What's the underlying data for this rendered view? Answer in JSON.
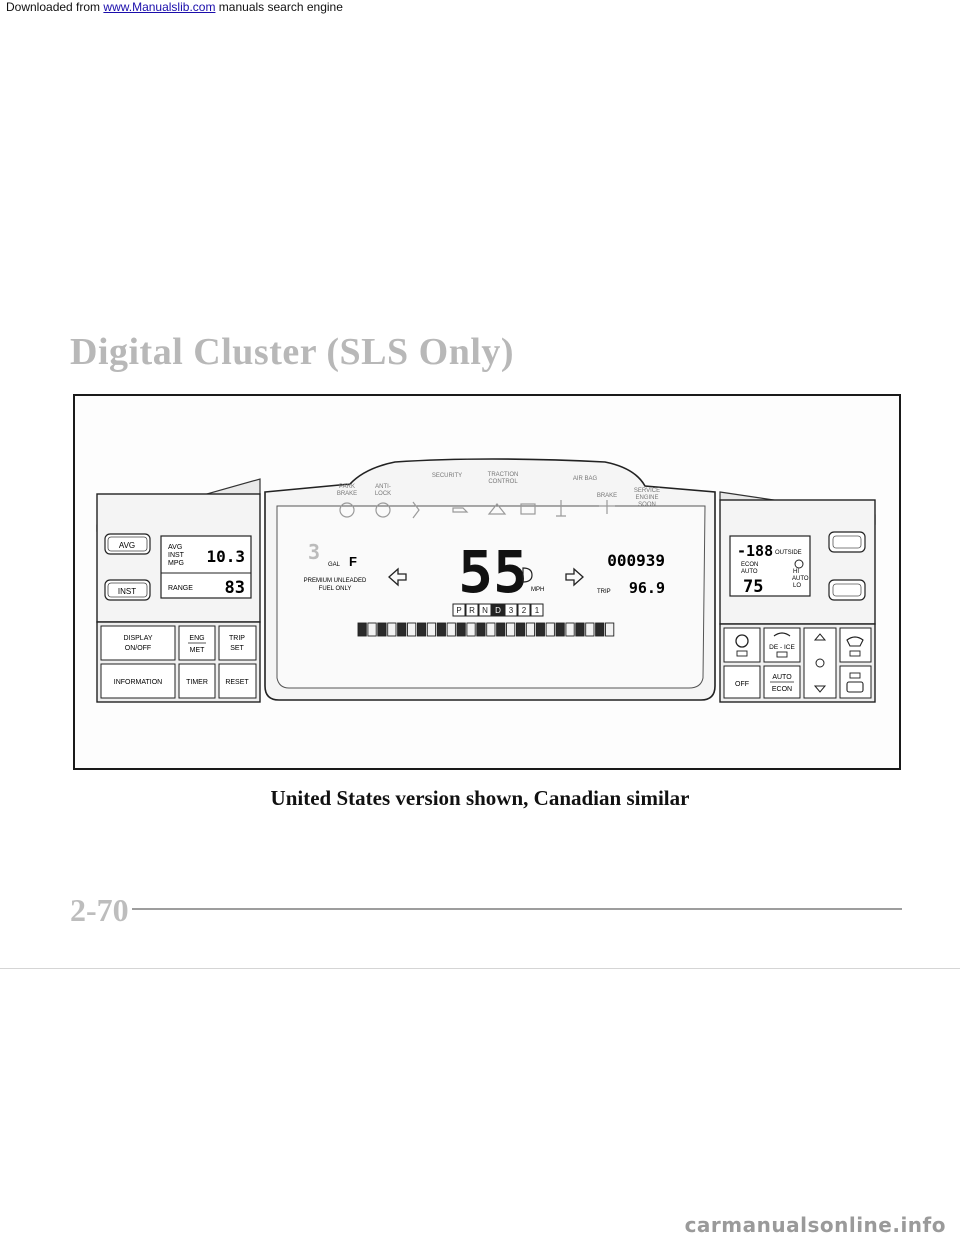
{
  "banner": {
    "prefix": "Downloaded from",
    "link": "www.Manualslib.com",
    "suffix": "manuals search engine",
    "bottom": "carmanualsonline.info"
  },
  "page": {
    "title": "Digital Cluster (SLS Only)",
    "caption": "United States version shown, Canadian similar",
    "number": "2-70"
  },
  "left_module": {
    "buttons": {
      "avg": "AVG",
      "inst": "INST"
    },
    "display": {
      "avg_label": "AVG",
      "inst_label": "INST",
      "mpg_label": "MPG",
      "mpg_value": "10.3",
      "range_label": "RANGE",
      "range_value": "83"
    },
    "row1": {
      "display_onoff_1": "DISPLAY",
      "display_onoff_2": "ON/OFF",
      "eng": "ENG",
      "met": "MET",
      "trip": "TRIP",
      "set": "SET"
    },
    "row2": {
      "information": "INFORMATION",
      "timer": "TIMER",
      "reset": "RESET"
    }
  },
  "center": {
    "indicators_top": {
      "security": "SECURITY",
      "traction_1": "TRACTION",
      "traction_2": "CONTROL",
      "airbag": "AIR BAG"
    },
    "indicators_left": {
      "park_1": "PARK",
      "park_2": "BRAKE",
      "anti_1": "ANTI-",
      "anti_2": "LOCK"
    },
    "indicators_right": {
      "brake": "BRAKE",
      "service_1": "SERVICE",
      "service_2": "ENGINE",
      "service_3": "SOON"
    },
    "fuel": {
      "gal": "GAL",
      "full": "F",
      "note_1": "PREMIUM UNLEADED",
      "note_2": "FUEL ONLY"
    },
    "speed": {
      "value": "55",
      "unit": "MPH"
    },
    "odometer": "000939",
    "trip": {
      "label": "TRIP",
      "value": "96.9"
    },
    "gear": [
      "P",
      "R",
      "N",
      "D",
      "3",
      "2",
      "1"
    ]
  },
  "climate": {
    "display": {
      "outside_value": "-188",
      "outside_label": "OUTSIDE",
      "econ": "ECON",
      "auto": "AUTO",
      "hi": "HI",
      "lo": "LO",
      "auto2": "AUTO",
      "set_temp": "75"
    },
    "row1": {
      "de_ice": "DE - ICE"
    },
    "row2": {
      "off": "OFF",
      "auto": "AUTO",
      "econ": "ECON"
    }
  },
  "colors": {
    "frame": "#1a1a1a",
    "panel": "#f2f2f2",
    "lcd": "#222222",
    "faint": "#8a8a8a"
  }
}
